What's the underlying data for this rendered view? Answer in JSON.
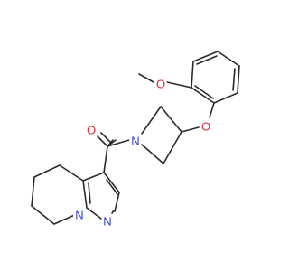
{
  "atoms": {
    "methoxy_o": "O",
    "ether_o": "O",
    "carbonyl_o": "O",
    "azetidine_n": "N",
    "pyrazole_n1": "N",
    "pyrazole_n2": "N"
  },
  "colors": {
    "bond": "#2b2b2b",
    "oxygen": "#e8262f",
    "nitrogen": "#2c3ee0"
  }
}
